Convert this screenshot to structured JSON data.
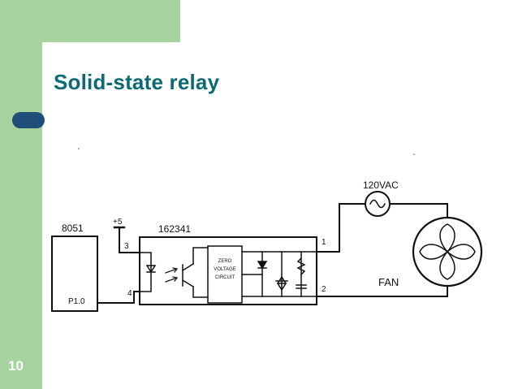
{
  "slide": {
    "title": "Solid-state relay",
    "page_number": "10"
  },
  "diagram": {
    "mcu_label": "8051",
    "mcu_pin": "P1.0",
    "supply_label": "+5",
    "chip_label": "162341",
    "pin_3": "3",
    "pin_4": "4",
    "pin_1": "1",
    "pin_2": "2",
    "zvc_line1": "ZERO",
    "zvc_line2": "VOLTAGE",
    "zvc_line3": "CIRCUIT",
    "ac_label": "120VAC",
    "fan_label": "FAN"
  }
}
